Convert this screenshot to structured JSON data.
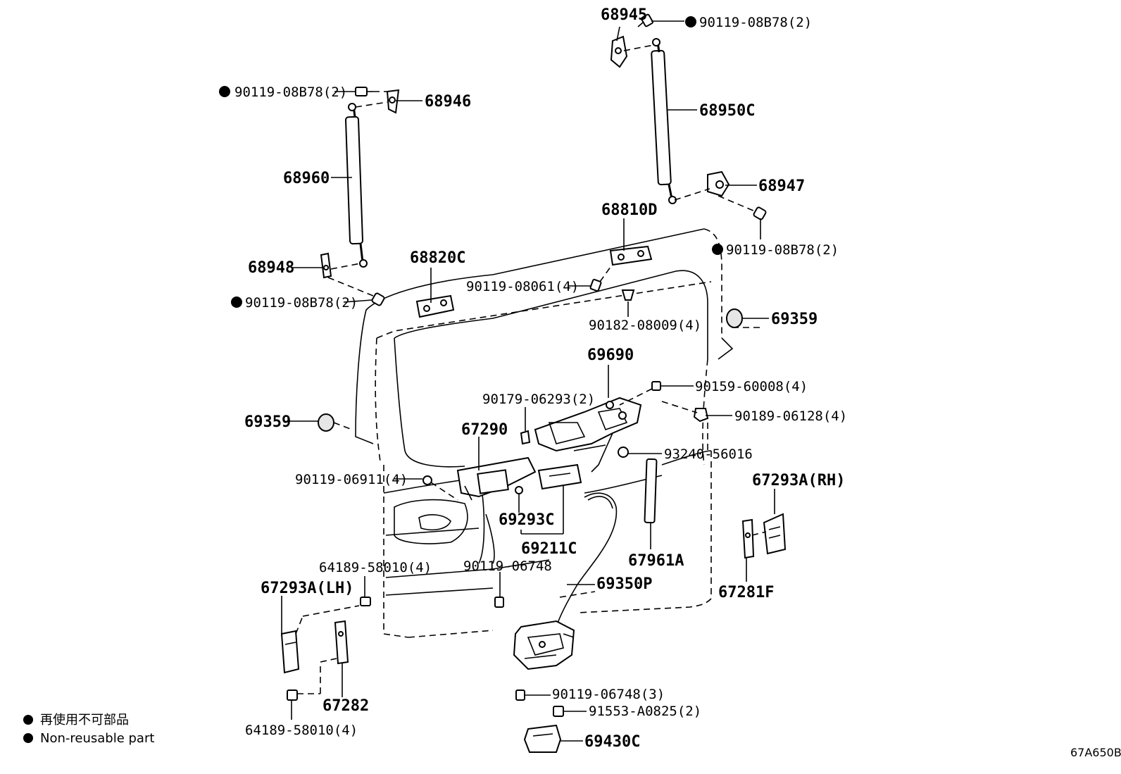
{
  "labels": {
    "p68945": "68945",
    "p90119_08b78_top": "90119-08B78(2)",
    "p90119_08b78_left_top": "90119-08B78(2)",
    "p68946": "68946",
    "p68950c": "68950C",
    "p68960": "68960",
    "p68947": "68947",
    "p68810d": "68810D",
    "p90119_08b78_right": "90119-08B78(2)",
    "p68948": "68948",
    "p68820c": "68820C",
    "p90119_08061": "90119-08061(4)",
    "p90119_08b78_left_bottom": "90119-08B78(2)",
    "p90182_08009": "90182-08009(4)",
    "p69359_right": "69359",
    "p69690": "69690",
    "p90179_06293": "90179-06293(2)",
    "p90159_60008": "90159-60008(4)",
    "p67290": "67290",
    "p90189_06128": "90189-06128(4)",
    "p69359_left": "69359",
    "p93240_56016": "93240-56016",
    "p90119_06911": "90119-06911(4)",
    "p67293a_rh": "67293A(RH)",
    "p69293c": "69293C",
    "p69211c": "69211C",
    "p67961a": "67961A",
    "p90119_06748": "90119-06748",
    "p64189_58010_top": "64189-58010(4)",
    "p69350p": "69350P",
    "p67293a_lh": "67293A(LH)",
    "p67281f": "67281F",
    "p67282": "67282",
    "p90119_06748_3": "90119-06748(3)",
    "p91553_a0825": "91553-A0825(2)",
    "p64189_58010_bottom": "64189-58010(4)",
    "p69430c": "69430C"
  },
  "legend": {
    "line1": "再使用不可部品",
    "line2": "Non-reusable part"
  },
  "reference_code": "67A650B"
}
